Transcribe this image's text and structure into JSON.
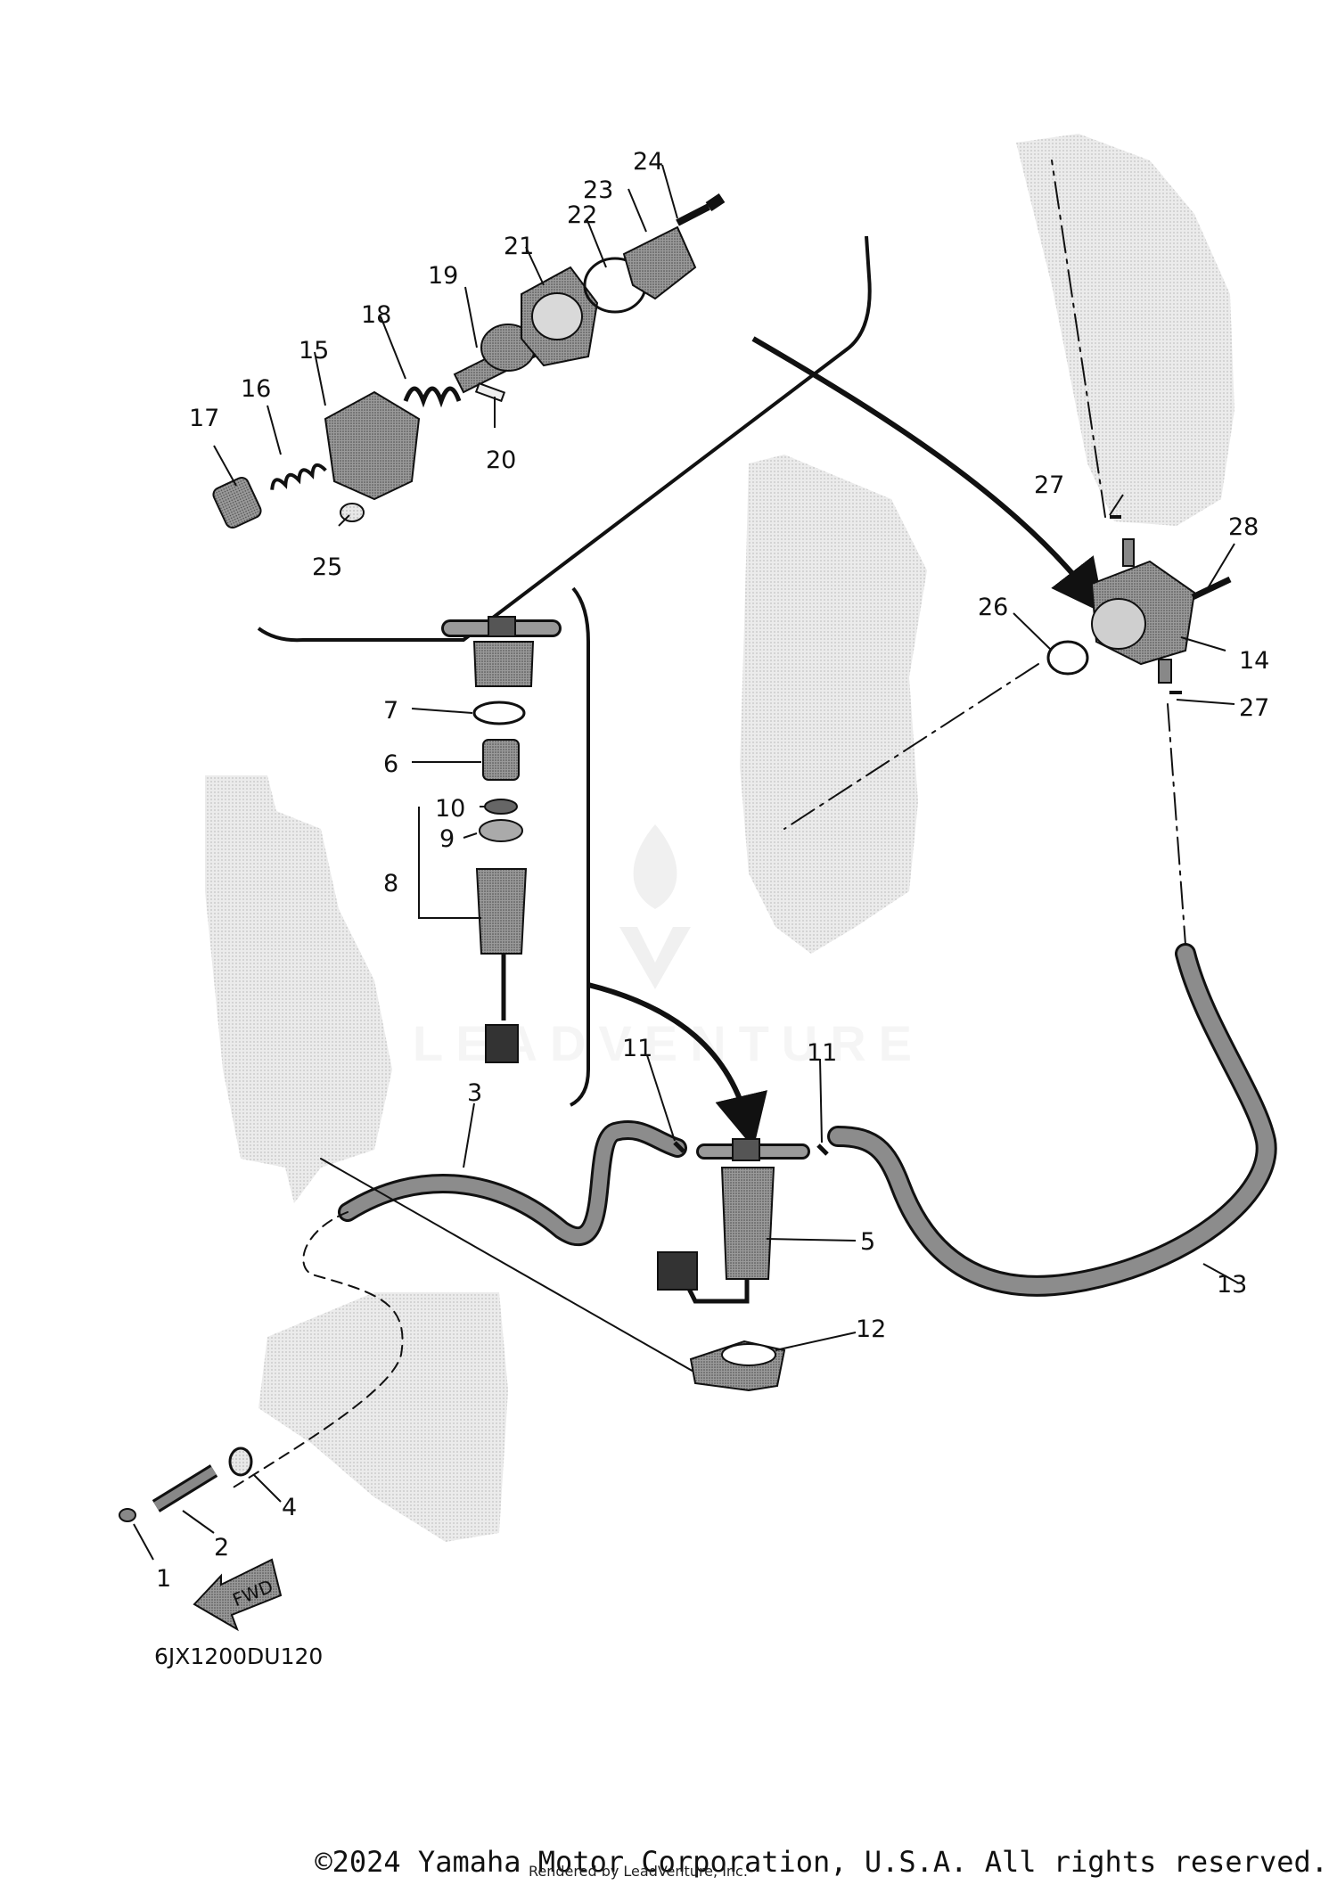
{
  "diagram": {
    "code": "6JX1200DU120",
    "fwd_label": "FWD",
    "watermark": "LEADVENTURE",
    "callouts": [
      "1",
      "2",
      "3",
      "4",
      "5",
      "6",
      "7",
      "8",
      "9",
      "10",
      "11",
      "11",
      "12",
      "13",
      "14",
      "15",
      "16",
      "17",
      "18",
      "19",
      "20",
      "21",
      "22",
      "23",
      "24",
      "25",
      "26",
      "27",
      "27",
      "28"
    ]
  },
  "footer": {
    "copyright": "©2024 Yamaha Motor Corporation, U.S.A. All rights reserved.",
    "rendered_by": "Rendered by LeadVenture, Inc."
  },
  "colors": {
    "line": "#111111",
    "ghost": "#d6d6d6",
    "part_dark": "#555555",
    "part_mid": "#8a8a8a"
  }
}
